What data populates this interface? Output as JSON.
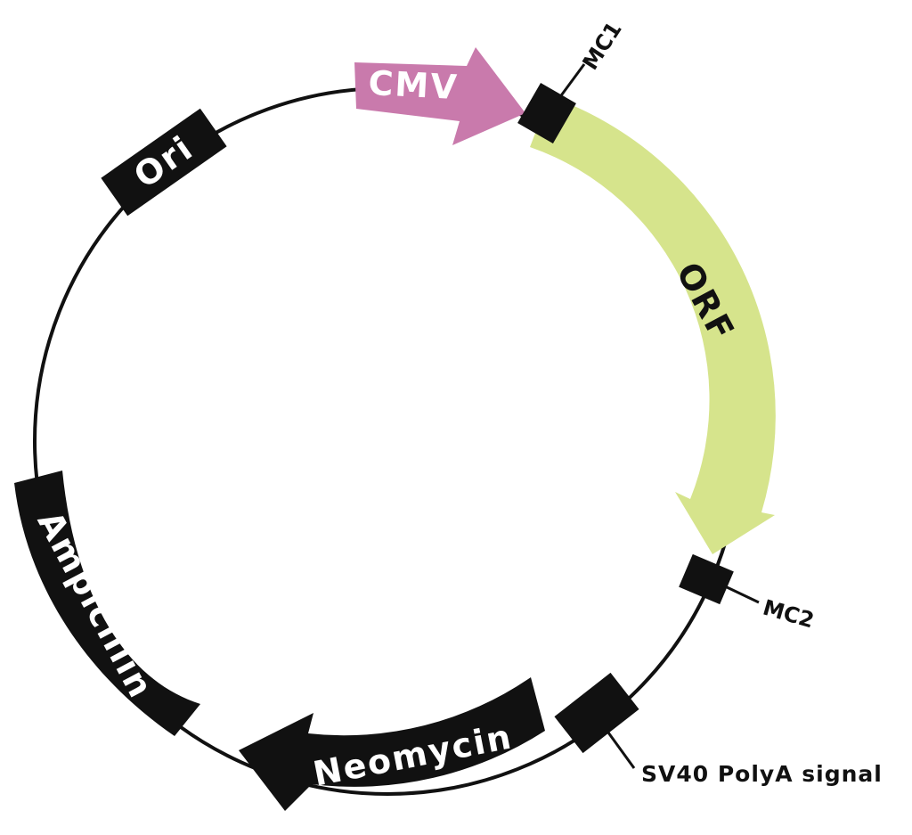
{
  "diagram": {
    "colors": {
      "backbone": "#111111",
      "feature_black": "#111111",
      "cmv_promoter": "#c97aac",
      "orf": "#d6e48c",
      "background": "#ffffff"
    },
    "features": [
      {
        "id": "cmv",
        "label": "CMV",
        "kind": "promoter-arrow",
        "color": "#c97aac"
      },
      {
        "id": "mc1",
        "label": "MC1",
        "kind": "site-box"
      },
      {
        "id": "orf",
        "label": "ORF",
        "kind": "gene-arrow",
        "color": "#d6e48c"
      },
      {
        "id": "mc2",
        "label": "MC2",
        "kind": "site-box"
      },
      {
        "id": "sv40",
        "label": "SV40 PolyA signal",
        "kind": "site-box"
      },
      {
        "id": "neomycin",
        "label": "Neomycin",
        "kind": "gene-arrow"
      },
      {
        "id": "ampicillin",
        "label": "Ampicillin",
        "kind": "gene-box"
      },
      {
        "id": "ori",
        "label": "Ori",
        "kind": "gene-box"
      }
    ]
  }
}
